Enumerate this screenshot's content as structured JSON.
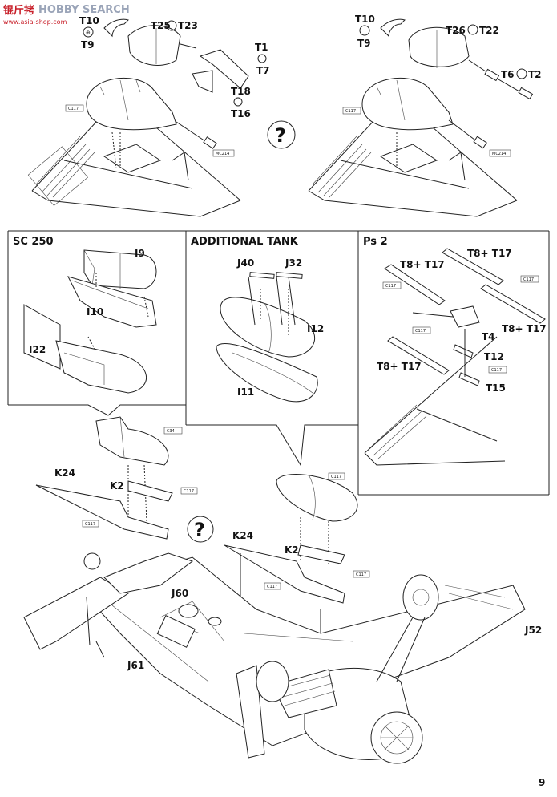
{
  "watermark": {
    "line1": "HOBBY SEARCH",
    "line2": "www.asia-shop.com",
    "glyphs": "锟斤拷"
  },
  "page_number": "9",
  "panels": {
    "sc250": "SC 250",
    "tank": "ADDITIONAL TANK",
    "ps2": "Ps 2"
  },
  "question_marks": [
    "?",
    "?"
  ],
  "labels": {
    "tl_T10": "T10",
    "tl_T9": "T9",
    "tl_T25": "T25",
    "tl_T23": "T23",
    "tl_T1": "T1",
    "tl_T7": "T7",
    "tl_T18": "T18",
    "tl_T16": "T16",
    "tl_C117": "C117",
    "tl_MC214": "MC214",
    "tr_T10": "T10",
    "tr_T9": "T9",
    "tr_T26": "T26",
    "tr_T22": "T22",
    "tr_T6": "T6",
    "tr_T2": "T2",
    "tr_C117": "C117",
    "tr_MC214": "MC214",
    "sc_I9": "I9",
    "sc_I10": "I10",
    "sc_I22": "I22",
    "tk_J40": "J40",
    "tk_J32": "J32",
    "tk_I12": "I12",
    "tk_I11": "I11",
    "ps_T8T17_a": "T8+ T17",
    "ps_T8T17_b": "T8+ T17",
    "ps_T8T17_c": "T8+ T17",
    "ps_T8T17_d": "T8+ T17",
    "ps_T4": "T4",
    "ps_T12": "T12",
    "ps_T15": "T15",
    "ps_C117_a": "C117",
    "ps_C117_b": "C117",
    "ps_C117_c": "C117",
    "ps_C117_d": "C117",
    "m_C34": "C34",
    "m_C117_a": "C117",
    "m_K24_l": "K24",
    "m_K2_l": "K2",
    "m_C117_b": "C117",
    "m_C117_c": "C117",
    "m_K24_r": "K24",
    "m_K2_r": "K2",
    "m_C117_d": "C117",
    "m_C117_e": "C117",
    "m_J60": "J60",
    "m_J61": "J61",
    "m_J52": "J52"
  }
}
